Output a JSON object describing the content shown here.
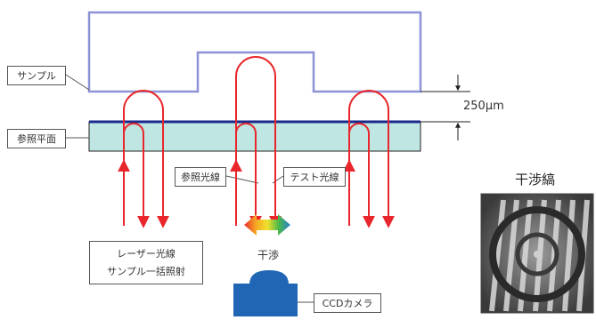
{
  "labels": {
    "sample": "サンプル",
    "reference_plane": "参照平面",
    "gap": "250μm",
    "reference_ray": "参照光線",
    "test_ray": "テスト光線",
    "interference": "干渉",
    "laser_line1": "レーザー光線",
    "laser_line2": "サンプル一括照射",
    "ccd_camera": "CCDカメラ",
    "fringe_title": "干渉縞"
  },
  "colors": {
    "sample_outline": "#8e93d6",
    "beam": "#e8262b",
    "reference_top": "#1a2a8c",
    "reference_fill": "#bfe6e3",
    "camera": "#2166b4",
    "dark": "#222222"
  },
  "icons": {
    "interference_arrow": "rainbow-double-arrow-icon",
    "fringe_image": "interference-fringe-image"
  }
}
